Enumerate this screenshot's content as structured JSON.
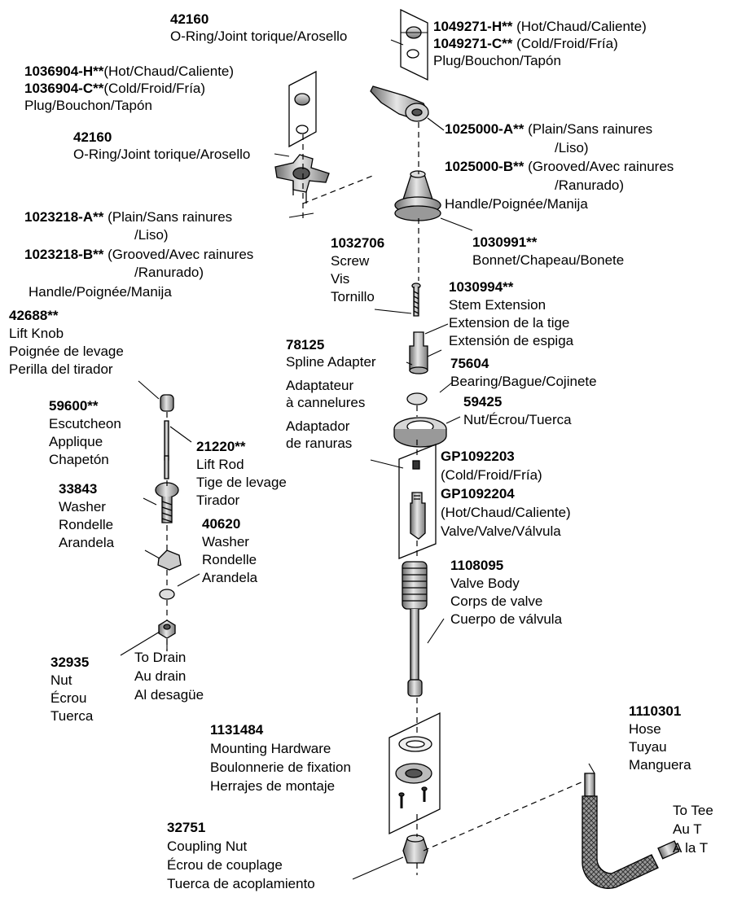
{
  "labels": {
    "oring_top": {
      "part_number": "42160",
      "lines": [
        "O-Ring/Joint torique/Arosello"
      ]
    },
    "plug_right": {
      "rows": [
        {
          "pn": "1049271-H**",
          "text": " (Hot/Chaud/Caliente)"
        },
        {
          "pn": "1049271-C**",
          "text": " (Cold/Froid/Fría)"
        },
        {
          "pn": "",
          "text": "Plug/Bouchon/Tapón"
        }
      ]
    },
    "plug_left": {
      "rows": [
        {
          "pn": "1036904-H**",
          "text": "(Hot/Chaud/Caliente)"
        },
        {
          "pn": "1036904-C**",
          "text": "(Cold/Froid/Fría)"
        },
        {
          "pn": "",
          "text": "Plug/Bouchon/Tapón"
        }
      ]
    },
    "oring_left": {
      "part_number": "42160",
      "lines": [
        "O-Ring/Joint torique/Arosello"
      ]
    },
    "lever_handle": {
      "rows": [
        {
          "pn": "1025000-A**",
          "text": " (Plain/Sans rainures",
          "indent": false
        },
        {
          "pn": "",
          "text": "/Liso)",
          "indent": true
        },
        {
          "pn": "1025000-B**",
          "text": " (Grooved/Avec rainures",
          "indent": false
        },
        {
          "pn": "",
          "text": "/Ranurado)",
          "indent": true
        },
        {
          "pn": "",
          "text": "Handle/Poignée/Manija",
          "indent": false
        }
      ]
    },
    "cross_handle": {
      "rows": [
        {
          "pn": "1023218-A**",
          "text": " (Plain/Sans rainures"
        },
        {
          "pn": "",
          "text": "/Liso)"
        },
        {
          "pn": "1023218-B**",
          "text": " (Grooved/Avec rainures"
        },
        {
          "pn": "",
          "text": "/Ranurado)"
        }
      ],
      "footer": "Handle/Poignée/Manija"
    },
    "screw": {
      "part_number": "1032706",
      "lines": [
        "Screw",
        "Vis",
        "Tornillo"
      ]
    },
    "bonnet": {
      "part_number": "1030991**",
      "lines": [
        "Bonnet/Chapeau/Bonete"
      ]
    },
    "stem_extension": {
      "part_number": "1030994**",
      "lines": [
        "Stem Extension",
        "Extension de la tige",
        "Extensión de espiga"
      ]
    },
    "lift_knob": {
      "part_number": "42688**",
      "lines": [
        "Lift Knob",
        "Poignée de levage",
        "Perilla del tirador"
      ]
    },
    "spline_adapter": {
      "part_number": "78125",
      "lines": [
        "Spline Adapter",
        "",
        "Adaptateur",
        "à cannelures",
        "",
        "Adaptador",
        "de ranuras"
      ]
    },
    "bearing": {
      "part_number": "75604",
      "lines": [
        "Bearing/Bague/Cojinete"
      ]
    },
    "nut_59425": {
      "part_number": "59425",
      "lines": [
        "Nut/Écrou/Tuerca"
      ]
    },
    "escutcheon": {
      "part_number": "59600**",
      "lines": [
        "Escutcheon",
        "Applique",
        "Chapetón"
      ]
    },
    "lift_rod": {
      "part_number": "21220**",
      "lines": [
        "Lift Rod",
        "Tige de levage",
        "Tirador"
      ]
    },
    "valve": {
      "rows": [
        {
          "pn": "GP1092203",
          "text": ""
        },
        {
          "pn": "",
          "text": "(Cold/Froid/Fría)"
        },
        {
          "pn": "GP1092204",
          "text": ""
        },
        {
          "pn": "",
          "text": "(Hot/Chaud/Caliente)"
        },
        {
          "pn": "",
          "text": "Valve/Valve/Válvula"
        }
      ]
    },
    "washer_33843": {
      "part_number": "33843",
      "lines": [
        "Washer",
        "Rondelle",
        "Arandela"
      ]
    },
    "washer_40620": {
      "part_number": "40620",
      "lines": [
        "Washer",
        "Rondelle",
        "Arandela"
      ]
    },
    "valve_body": {
      "part_number": "1108095",
      "lines": [
        "Valve Body",
        "Corps de valve",
        "Cuerpo de válvula"
      ]
    },
    "nut_32935": {
      "part_number": "32935",
      "lines": [
        "Nut",
        "Écrou",
        "Tuerca"
      ]
    },
    "to_drain": {
      "part_number": "",
      "lines": [
        "To Drain",
        "Au drain",
        "Al desagüe"
      ]
    },
    "hose": {
      "part_number": "1110301",
      "lines": [
        "Hose",
        "Tuyau",
        "Manguera"
      ]
    },
    "mounting_hardware": {
      "part_number": "1131484",
      "lines": [
        "Mounting Hardware",
        "Boulonnerie de fixation",
        "Herrajes de montaje"
      ]
    },
    "to_tee": {
      "part_number": "",
      "lines": [
        "To Tee",
        "Au T",
        "A la T"
      ]
    },
    "coupling_nut": {
      "part_number": "32751",
      "lines": [
        "Coupling Nut",
        "Écrou de couplage",
        "Tuerca de acoplamiento"
      ]
    }
  }
}
